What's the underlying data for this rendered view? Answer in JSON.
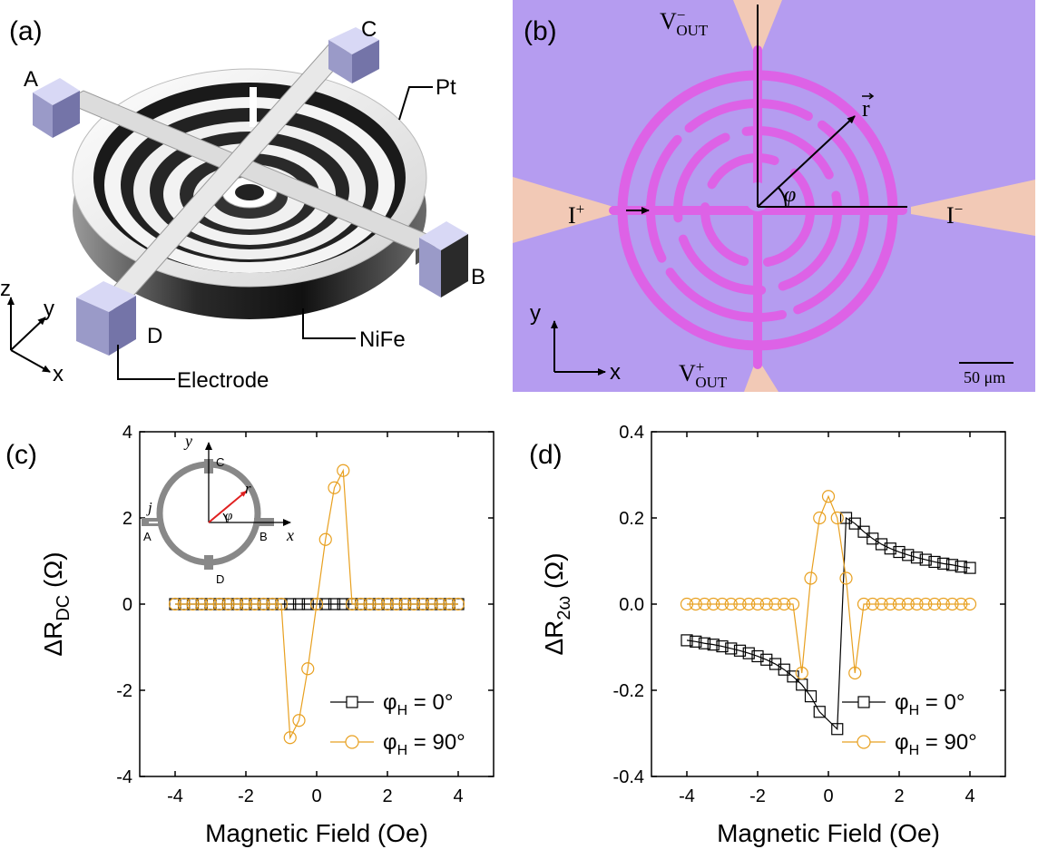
{
  "panel_labels": [
    "(a)",
    "(b)",
    "(c)",
    "(d)"
  ],
  "schematic": {
    "electrodes": [
      "A",
      "B",
      "C",
      "D"
    ],
    "labels": {
      "pt": "Pt",
      "nife": "NiFe",
      "electrode": "Electrode"
    },
    "axes": {
      "x": "x",
      "y": "y",
      "z": "z"
    }
  },
  "micrograph": {
    "vout_minus": "V",
    "vout_plus": "V",
    "vout_sub": "OUT",
    "vout_sup_minus": "−",
    "vout_sup_plus": "+",
    "i_plus": "I",
    "i_plus_sup": "+",
    "i_minus": "I",
    "i_minus_sup": "−",
    "r_vec": "r",
    "phi": "φ",
    "axis_x": "x",
    "axis_y": "y",
    "scale_bar": "50 μm",
    "colors": {
      "background": "#b59cf0",
      "pads": "#f2c9b6",
      "structure": "#dd62e6"
    }
  },
  "inset": {
    "labels": {
      "A": "A",
      "B": "B",
      "C": "C",
      "D": "D",
      "j": "j",
      "r": "r",
      "phi": "φ",
      "x": "x",
      "y": "y"
    },
    "colors": {
      "ring": "#888888",
      "r_arrow": "#e02020"
    }
  },
  "chart_data": [
    {
      "type": "line",
      "panel": "(c)",
      "ylabel_main": "ΔR",
      "ylabel_sub": "DC",
      "ylabel_unit": "(Ω)",
      "xlabel": "Magnetic Field (Oe)",
      "xlim": [
        -5,
        5
      ],
      "ylim": [
        -4,
        4
      ],
      "xticks": [
        "-4",
        "-2",
        "0",
        "2",
        "4"
      ],
      "yticks": [
        "-4",
        "-2",
        "0",
        "2",
        "4"
      ],
      "xtick_values": [
        -4,
        -2,
        0,
        2,
        4
      ],
      "ytick_values": [
        -4,
        -2,
        0,
        2,
        4
      ],
      "series": [
        {
          "name": "φH = 0°",
          "legend_main": "φ",
          "legend_sub": "H",
          "legend_rest": " = 0°",
          "marker": "square",
          "color": "#000000",
          "x": [
            -4,
            -3.75,
            -3.5,
            -3.25,
            -3,
            -2.75,
            -2.5,
            -2.25,
            -2,
            -1.75,
            -1.5,
            -1.25,
            -1,
            -0.75,
            -0.5,
            -0.25,
            0,
            0.25,
            0.5,
            0.75,
            1,
            1.25,
            1.5,
            1.75,
            2,
            2.25,
            2.5,
            2.75,
            3,
            3.25,
            3.5,
            3.75,
            4
          ],
          "y": [
            0,
            0,
            0,
            0,
            0,
            0,
            0,
            0,
            0,
            0,
            0,
            0,
            0,
            0,
            0,
            0,
            0,
            0,
            0,
            0,
            0,
            0,
            0,
            0,
            0,
            0,
            0,
            0,
            0,
            0,
            0,
            0,
            0
          ]
        },
        {
          "name": "φH = 90°",
          "legend_main": "φ",
          "legend_sub": "H",
          "legend_rest": " = 90°",
          "marker": "circle",
          "color": "#e8a020",
          "x": [
            -4,
            -3.75,
            -3.5,
            -3.25,
            -3,
            -2.75,
            -2.5,
            -2.25,
            -2,
            -1.75,
            -1.5,
            -1.25,
            -1,
            -0.75,
            -0.5,
            -0.25,
            0,
            0.25,
            0.5,
            0.75,
            1,
            1.25,
            1.5,
            1.75,
            2,
            2.25,
            2.5,
            2.75,
            3,
            3.25,
            3.5,
            3.75,
            4
          ],
          "y": [
            0,
            0,
            0,
            0,
            0,
            0,
            0,
            0,
            0,
            0,
            0,
            0,
            0,
            -3.1,
            -2.7,
            -1.5,
            0,
            1.5,
            2.7,
            3.1,
            0,
            0,
            0,
            0,
            0,
            0,
            0,
            0,
            0,
            0,
            0,
            0,
            0
          ]
        }
      ],
      "legend_position": "bottom-right"
    },
    {
      "type": "line",
      "panel": "(d)",
      "ylabel_main": "ΔR",
      "ylabel_sub": "2ω",
      "ylabel_unit": "(Ω)",
      "xlabel": "Magnetic Field (Oe)",
      "xlim": [
        -5,
        5
      ],
      "ylim": [
        -0.4,
        0.4
      ],
      "xticks": [
        "-4",
        "-2",
        "0",
        "2",
        "4"
      ],
      "yticks": [
        "-0.4",
        "-0.2",
        "0.0",
        "0.2",
        "0.4"
      ],
      "xtick_values": [
        -4,
        -2,
        0,
        2,
        4
      ],
      "ytick_values": [
        -0.4,
        -0.2,
        0,
        0.2,
        0.4
      ],
      "series": [
        {
          "name": "φH = 0°",
          "legend_main": "φ",
          "legend_sub": "H",
          "legend_rest": " = 0°",
          "marker": "square",
          "color": "#000000",
          "x": [
            -4,
            -3.75,
            -3.5,
            -3.25,
            -3,
            -2.75,
            -2.5,
            -2.25,
            -2,
            -1.75,
            -1.5,
            -1.25,
            -1,
            -0.75,
            -0.5,
            -0.25,
            0.25,
            0.5,
            0.75,
            1,
            1.25,
            1.5,
            1.75,
            2,
            2.25,
            2.5,
            2.75,
            3,
            3.25,
            3.5,
            3.75,
            4
          ],
          "y": [
            -0.084,
            -0.087,
            -0.091,
            -0.094,
            -0.098,
            -0.103,
            -0.108,
            -0.114,
            -0.121,
            -0.129,
            -0.139,
            -0.152,
            -0.168,
            -0.187,
            -0.214,
            -0.25,
            -0.29,
            0.2,
            0.187,
            0.168,
            0.152,
            0.139,
            0.129,
            0.121,
            0.114,
            0.108,
            0.103,
            0.098,
            0.094,
            0.091,
            0.087,
            0.084
          ]
        },
        {
          "name": "φH = 90°",
          "legend_main": "φ",
          "legend_sub": "H",
          "legend_rest": " = 90°",
          "marker": "circle",
          "color": "#e8a020",
          "x": [
            -4,
            -3.75,
            -3.5,
            -3.25,
            -3,
            -2.75,
            -2.5,
            -2.25,
            -2,
            -1.75,
            -1.5,
            -1.25,
            -1,
            -0.75,
            -0.5,
            -0.25,
            0,
            0.25,
            0.5,
            0.75,
            1,
            1.25,
            1.5,
            1.75,
            2,
            2.25,
            2.5,
            2.75,
            3,
            3.25,
            3.5,
            3.75,
            4
          ],
          "y": [
            0,
            0,
            0,
            0,
            0,
            0,
            0,
            0,
            0,
            0,
            0,
            0,
            0,
            -0.16,
            0.06,
            0.2,
            0.25,
            0.2,
            0.06,
            -0.16,
            0,
            0,
            0,
            0,
            0,
            0,
            0,
            0,
            0,
            0,
            0,
            0,
            0
          ]
        }
      ],
      "legend_position": "bottom-right"
    }
  ]
}
